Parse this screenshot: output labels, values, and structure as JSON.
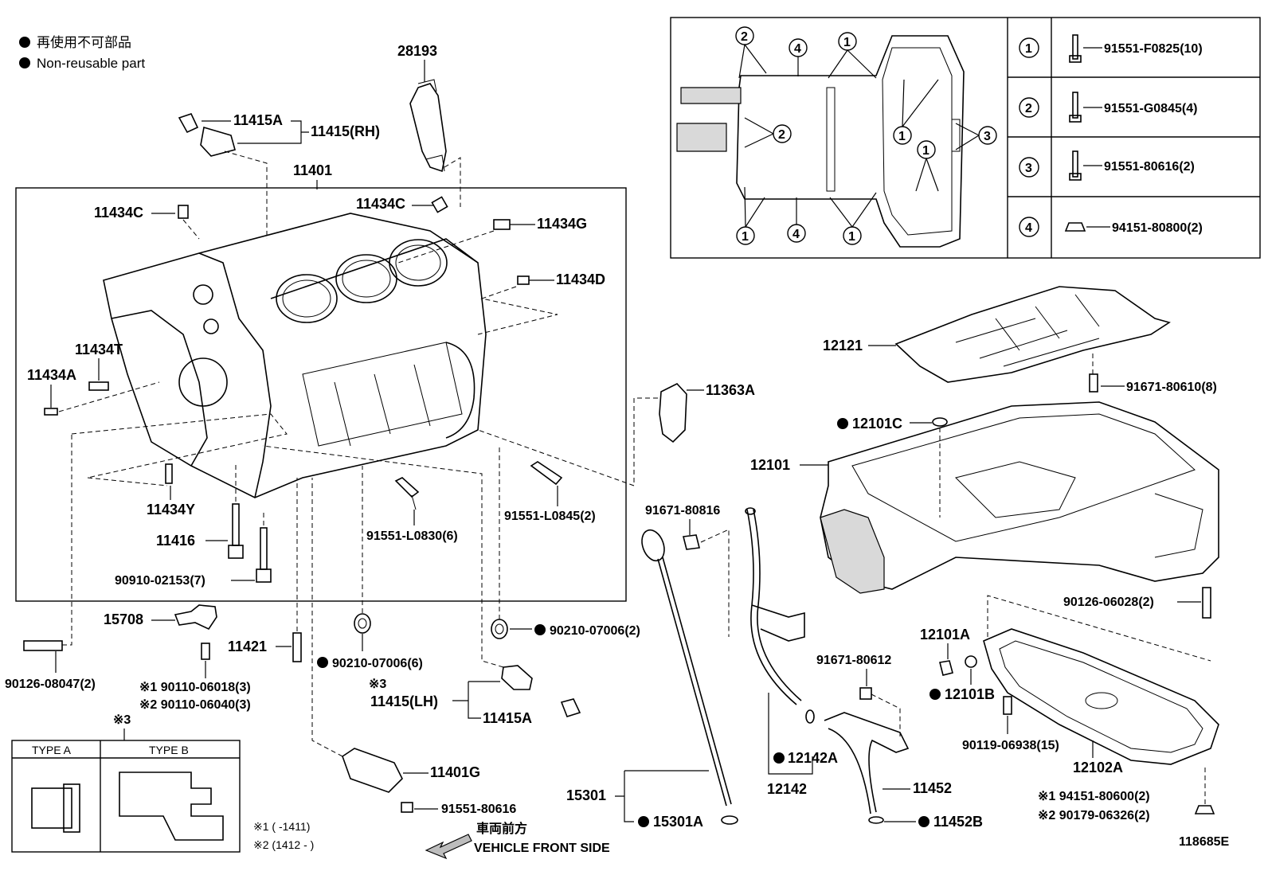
{
  "legend": {
    "line1": "再使用不可部品",
    "line2": "Non-reusable part"
  },
  "labels": {
    "p28193": "28193",
    "p11415A_top": "11415A",
    "p11415RH": "11415(RH)",
    "p11401": "11401",
    "p11434C_left": "11434C",
    "p11434C_right": "11434C",
    "p11434G": "11434G",
    "p11434D": "11434D",
    "p11434T": "11434T",
    "p11434A": "11434A",
    "p11434Y": "11434Y",
    "p11416": "11416",
    "p90910": "90910-02153(7)",
    "p91551L0830": "91551-L0830(6)",
    "p91551L0845": "91551-L0845(2)",
    "p11363A": "11363A",
    "p15708": "15708",
    "p11421": "11421",
    "p90126_08047": "90126-08047(2)",
    "p90110_1": "※1 90110-06018(3)",
    "p90110_2": "※2 90110-06040(3)",
    "p90210_6": "90210-07006(6)",
    "p90210_2": "90210-07006(2)",
    "p_x3_mid": "※3",
    "p11415LH": "11415(LH)",
    "p11415A_bot": "11415A",
    "p11401G": "11401G",
    "p91551_80616_bot": "91551-80616",
    "p15301": "15301",
    "p15301A": "15301A",
    "p91671_80816": "91671-80816",
    "p12121": "12121",
    "p91671_80610": "91671-80610(8)",
    "p12101C": "12101C",
    "p12101": "12101",
    "p90126_06028": "90126-06028(2)",
    "p12101A": "12101A",
    "p12101B": "12101B",
    "p91671_80612": "91671-80612",
    "p90119": "90119-06938(15)",
    "p12102A": "12102A",
    "p12142A": "12142A",
    "p12142": "12142",
    "p11452": "11452",
    "p11452B": "11452B",
    "p94151_80600": "※1 94151-80600(2)",
    "p90179": "※2 90179-06326(2)",
    "p_x3_type": "※3",
    "typeA": "TYPE A",
    "typeB": "TYPE B",
    "date1": "※1 (      -1411)",
    "date2": "※2 (1412 -      )",
    "front_jp": "車両前方",
    "front_en": "VEHICLE FRONT SIDE",
    "diagram_id": "118685E"
  },
  "inset": {
    "callouts": [
      "1",
      "2",
      "3",
      "4"
    ],
    "rows": [
      {
        "num": "1",
        "part": "91551-F0825(10)"
      },
      {
        "num": "2",
        "part": "91551-G0845(4)"
      },
      {
        "num": "3",
        "part": "91551-80616(2)"
      },
      {
        "num": "4",
        "part": "94151-80800(2)"
      }
    ]
  }
}
